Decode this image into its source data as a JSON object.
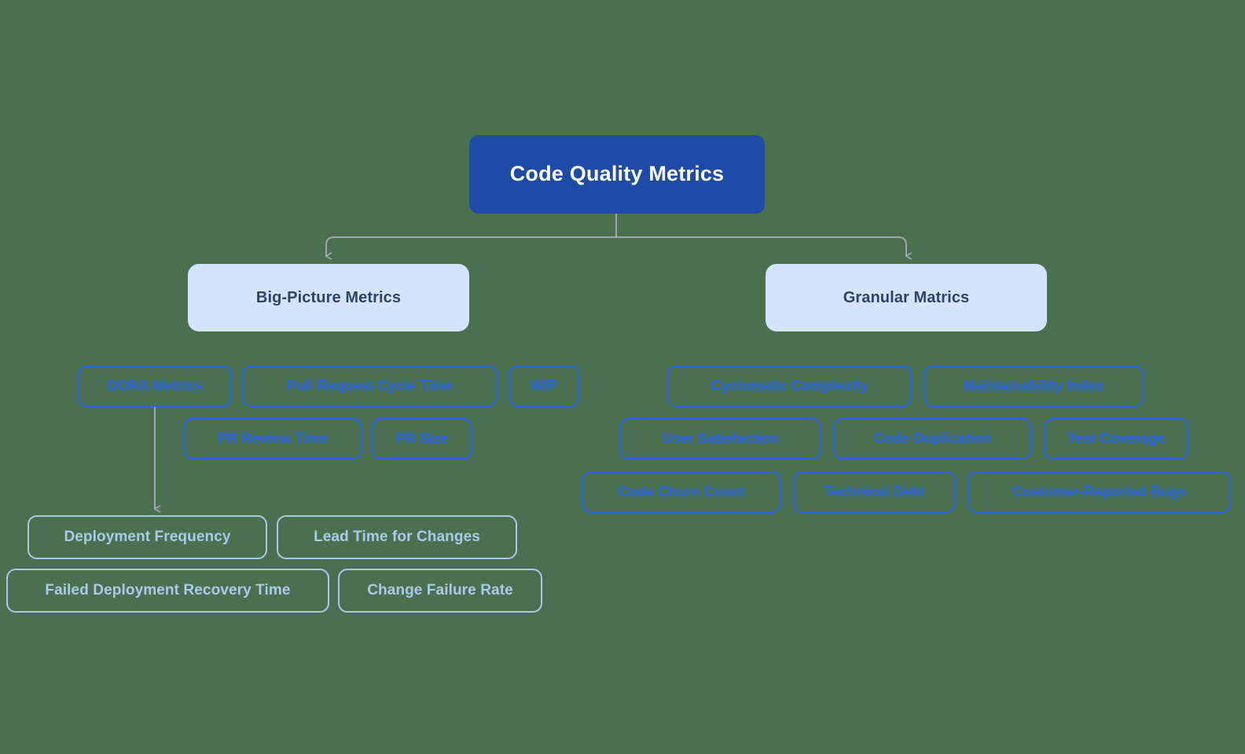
{
  "diagram": {
    "title": "Code Quality Metrics",
    "background_color": "#4A7050",
    "colors": {
      "root_fill": "#1E4BA5",
      "root_text": "#FFFFFF",
      "branch_fill": "#D3E4FC",
      "branch_text": "#2C4566",
      "leaf_border": "#2563EB",
      "leaf_text": "#2563EB",
      "sub_border": "#A8CBEC",
      "sub_text": "#A8CBEC",
      "edge": "#A0A6AE"
    },
    "root": {
      "label": "Code Quality Metrics"
    },
    "branches": [
      {
        "label": "Big-Picture Metrics"
      },
      {
        "label": "Granular Matrics"
      }
    ],
    "big_picture_children": [
      {
        "label": "DORA Metrics"
      },
      {
        "label": "Pull Request Cycle Time"
      },
      {
        "label": "WIP"
      },
      {
        "label": "PR Review Time"
      },
      {
        "label": "PR Size"
      }
    ],
    "dora_children": [
      {
        "label": "Deployment Frequency"
      },
      {
        "label": "Lead Time for Changes"
      },
      {
        "label": "Failed Deployment Recovery Time"
      },
      {
        "label": "Change Failure Rate"
      }
    ],
    "granular_children": [
      {
        "label": "Cyclomatic Complexity"
      },
      {
        "label": "Maintainability Index"
      },
      {
        "label": "User Satisfaction"
      },
      {
        "label": "Code Duplication"
      },
      {
        "label": "Test Coverage"
      },
      {
        "label": "Code Churn Count"
      },
      {
        "label": "Technical Debt"
      },
      {
        "label": "Customer-Reported Bugs"
      }
    ]
  }
}
